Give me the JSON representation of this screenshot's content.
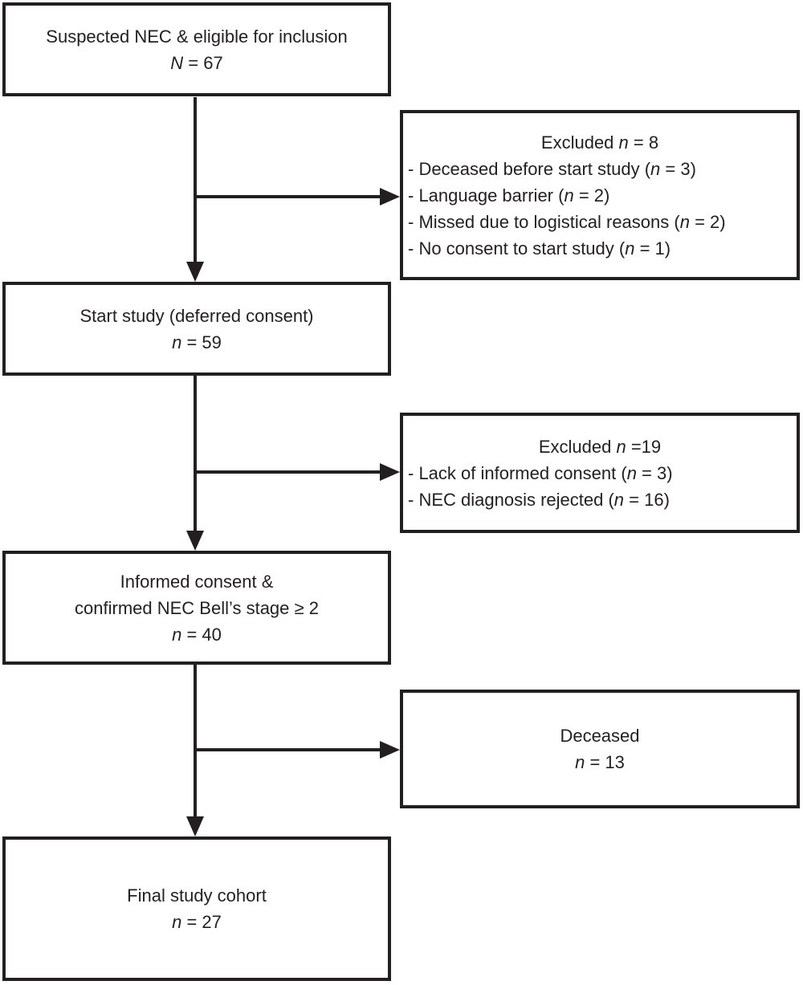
{
  "palette": {
    "ink": "#231f20",
    "background": "#ffffff"
  },
  "nodes": {
    "suspected": {
      "line1": "Suspected NEC & eligible for inclusion",
      "n_var": "N",
      "n_eq": " = 67"
    },
    "excluded1": {
      "title_pre": "Excluded ",
      "title_var": "n",
      "title_eq": " = 8",
      "items": [
        {
          "pre": "- Deceased before start study (",
          "var": "n",
          "post": " = 3)"
        },
        {
          "pre": "- Language barrier (",
          "var": "n",
          "post": " = 2)"
        },
        {
          "pre": "- Missed due to logistical reasons (",
          "var": "n",
          "post": " = 2)"
        },
        {
          "pre": "- No consent to start study (",
          "var": "n",
          "post": " = 1)"
        }
      ]
    },
    "start_study": {
      "line1": "Start study (deferred consent)",
      "n_var": "n",
      "n_eq": " = 59"
    },
    "excluded2": {
      "title_pre": "Excluded ",
      "title_var": "n",
      "title_eq": " =19",
      "items": [
        {
          "pre": "- Lack of informed consent (",
          "var": "n",
          "post": " = 3)"
        },
        {
          "pre": "- NEC diagnosis rejected (",
          "var": "n",
          "post": " = 16)"
        }
      ]
    },
    "informed_consent": {
      "line1": "Informed consent &",
      "line2": "confirmed NEC Bell’s stage ≥ 2",
      "n_var": "n",
      "n_eq": " = 40"
    },
    "deceased": {
      "line1": "Deceased",
      "n_var": "n",
      "n_eq": " = 13"
    },
    "final_cohort": {
      "line1": "Final study cohort",
      "n_var": "n",
      "n_eq": " = 27"
    }
  }
}
